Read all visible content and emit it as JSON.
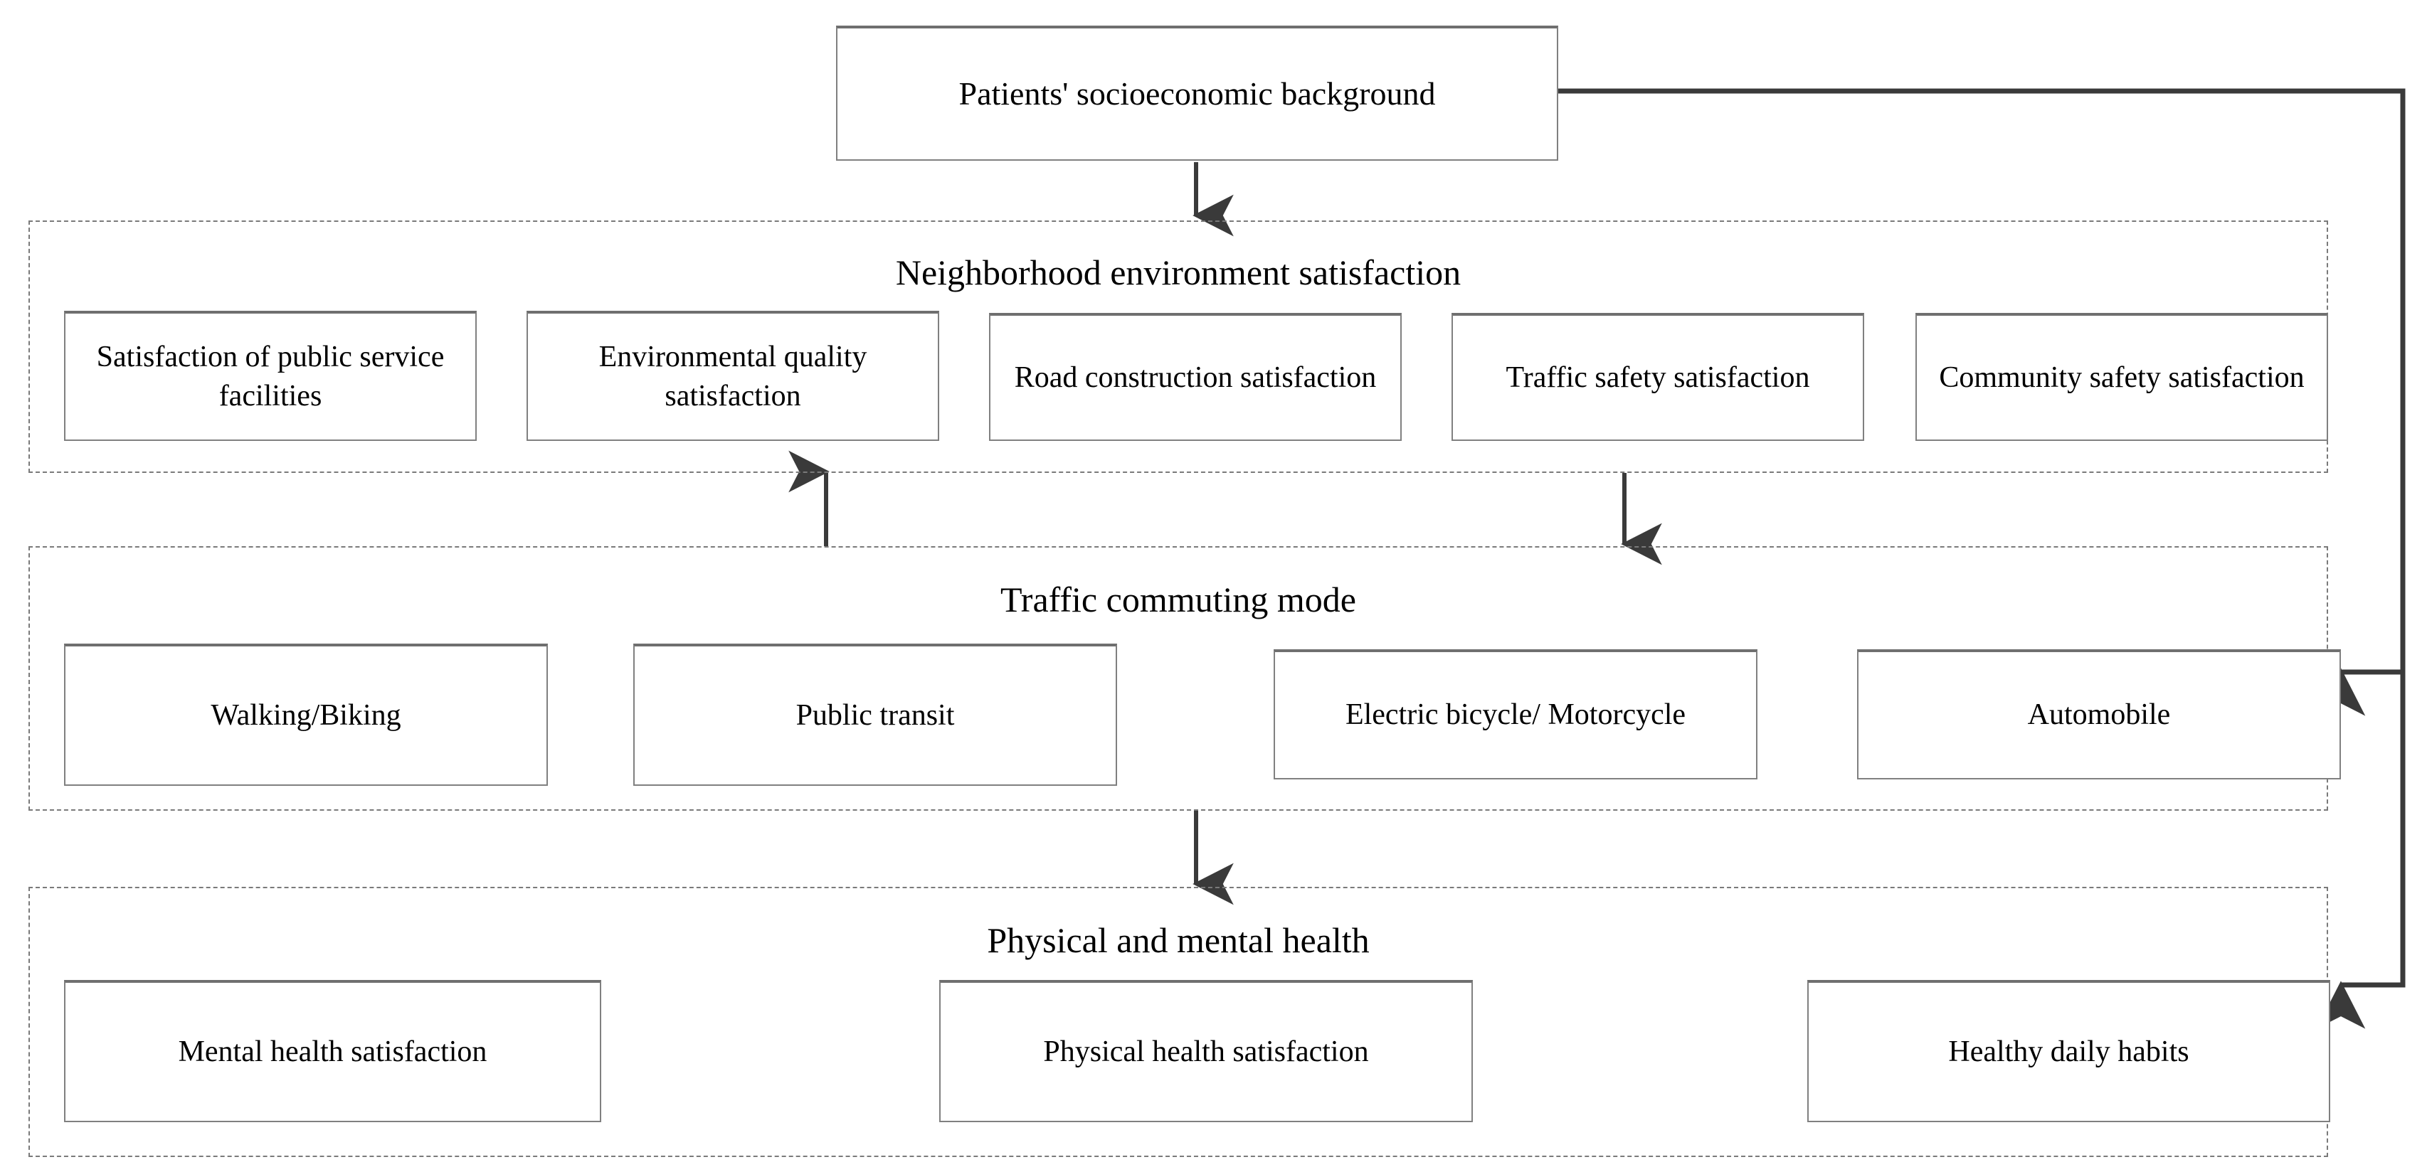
{
  "diagram": {
    "title_box": {
      "label": "Patients' socioeconomic background"
    },
    "groups": [
      {
        "id": "neighborhood",
        "label": "Neighborhood environment satisfaction",
        "items": [
          {
            "label": "Satisfaction of public service facilities"
          },
          {
            "label": "Environmental quality satisfaction"
          },
          {
            "label": "Road construction satisfaction"
          },
          {
            "label": "Traffic safety satisfaction"
          },
          {
            "label": "Community safety satisfaction"
          }
        ]
      },
      {
        "id": "commuting",
        "label": "Traffic commuting mode",
        "items": [
          {
            "label": "Walking/Biking"
          },
          {
            "label": "Public transit"
          },
          {
            "label": "Electric bicycle/ Motorcycle"
          },
          {
            "label": "Automobile"
          }
        ]
      },
      {
        "id": "health",
        "label": "Physical and mental health",
        "items": [
          {
            "label": "Mental health satisfaction"
          },
          {
            "label": "Physical health satisfaction"
          },
          {
            "label": "Healthy daily habits"
          }
        ]
      }
    ],
    "connectors": [
      {
        "name": "background-to-neighborhood",
        "direction": "down"
      },
      {
        "name": "commuting-to-neighborhood",
        "direction": "up"
      },
      {
        "name": "neighborhood-to-commuting",
        "direction": "down"
      },
      {
        "name": "commuting-to-health",
        "direction": "down"
      },
      {
        "name": "background-to-commuting",
        "direction": "left"
      },
      {
        "name": "background-to-health",
        "direction": "left"
      }
    ],
    "colors": {
      "node_border": "#808080",
      "group_border": "#7a7a7a",
      "arrow": "#3a3a3a",
      "text": "#000000",
      "background": "#ffffff"
    }
  }
}
